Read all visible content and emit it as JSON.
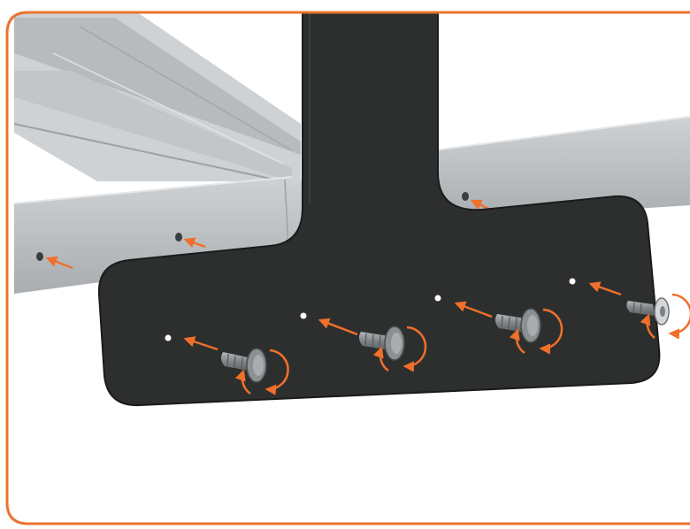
{
  "diagram": {
    "kind": "assembly-instruction-step",
    "frame_color": "#e8742e",
    "arrow_color": "#f06f2a",
    "rotate_color": "#f06f2a",
    "panel_color": "#2d2f2f",
    "rail_color": "#b9bcbe",
    "screw_color": "#8e9294",
    "screw_count": 4,
    "pilot_hole_count": 7,
    "icons": [
      "insert-arrow-icon",
      "rotate-clockwise-icon",
      "carriage-bolt-icon",
      "washer-icon"
    ]
  }
}
